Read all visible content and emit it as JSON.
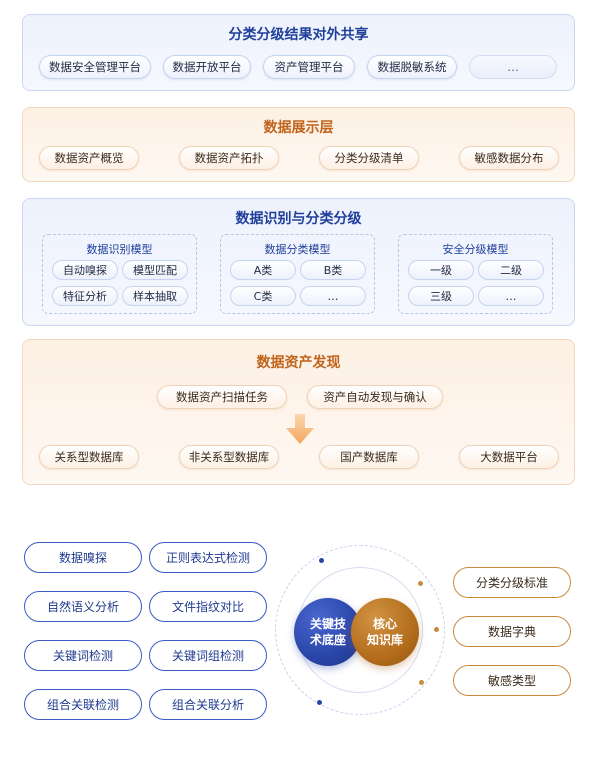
{
  "layer_results": {
    "title": "分类分级结果对外共享",
    "items": [
      "数据安全管理平台",
      "数据开放平台",
      "资产管理平台",
      "数据脱敏系统",
      "…"
    ]
  },
  "layer_display": {
    "title": "数据展示层",
    "items": [
      "数据资产概览",
      "数据资产拓扑",
      "分类分级清单",
      "敏感数据分布"
    ]
  },
  "layer_identify": {
    "title": "数据识别与分类分级",
    "models": [
      {
        "title": "数据识别模型",
        "items": [
          "自动嗅探",
          "模型匹配",
          "特征分析",
          "样本抽取"
        ]
      },
      {
        "title": "数据分类模型",
        "items": [
          "A类",
          "B类",
          "C类",
          "…"
        ]
      },
      {
        "title": "安全分级模型",
        "items": [
          "一级",
          "二级",
          "三级",
          "…"
        ]
      }
    ]
  },
  "layer_discovery": {
    "title": "数据资产发现",
    "tasks": [
      "数据资产扫描任务",
      "资产自动发现与确认"
    ],
    "sources": [
      "关系型数据库",
      "非关系型数据库",
      "国产数据库",
      "大数据平台"
    ]
  },
  "tech_base": {
    "left_items": [
      "数据嗅探",
      "正则表达式检测",
      "自然语义分析",
      "文件指纹对比",
      "关键词检测",
      "关键词组检测",
      "组合关联检测",
      "组合关联分析"
    ],
    "center_left": "关键技\n术底座",
    "center_right": "核心\n知识库",
    "right_items": [
      "分类分级标准",
      "数据字典",
      "敏感类型"
    ]
  },
  "colors": {
    "blue_accent": "#2a45a8",
    "orange_accent": "#b36d1c",
    "blue_title": "#1f3f9a",
    "orange_title": "#c0641c"
  }
}
